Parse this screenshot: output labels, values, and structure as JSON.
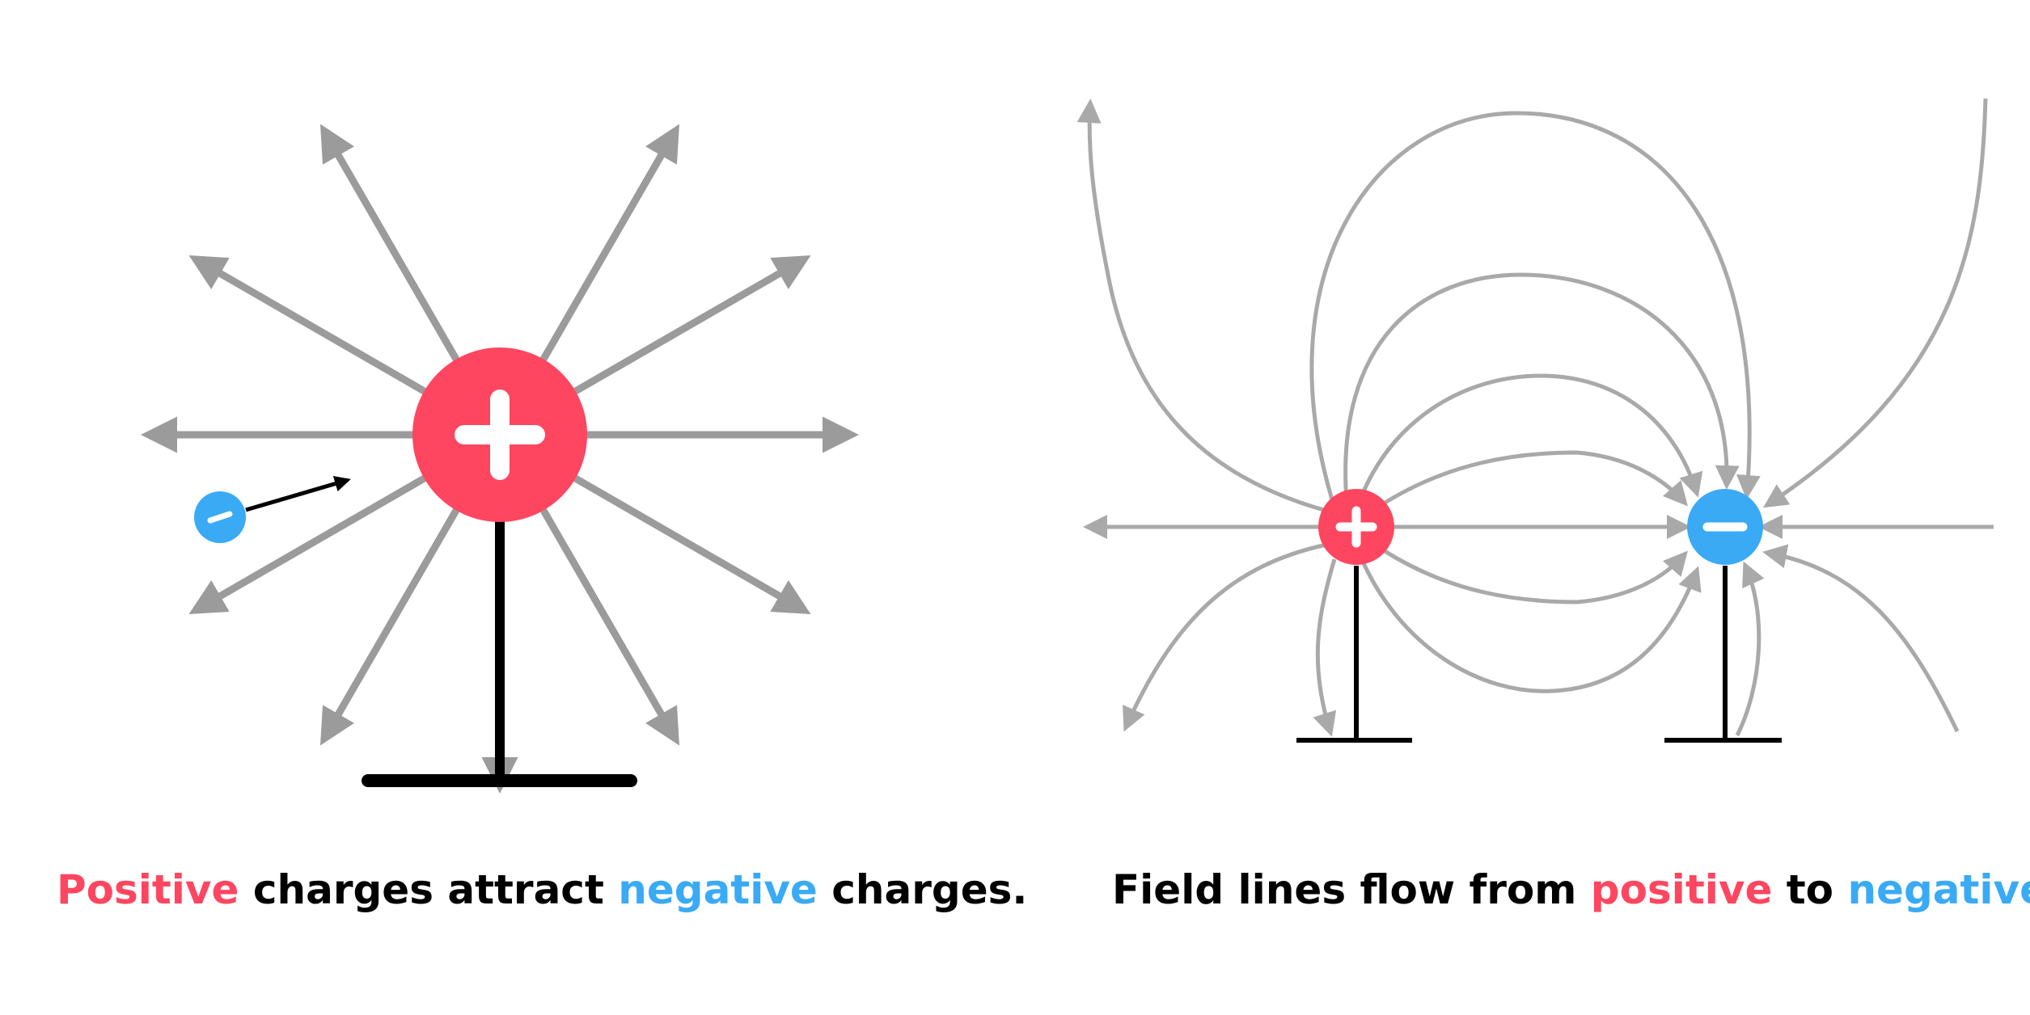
{
  "colors": {
    "positive": "#ff4660",
    "negative": "#3aaaf5",
    "field_line": "#a9a9a9",
    "radial_arrow": "#9b9b9b",
    "stand": "#000000",
    "text": "#000000",
    "background": "#ffffff"
  },
  "left_panel": {
    "caption": {
      "part1": "Positive",
      "part2": " charges attract ",
      "part3": "negative",
      "part4": " charges."
    },
    "positive_charge_symbol": "+",
    "negative_charge_symbol": "−"
  },
  "right_panel": {
    "caption": {
      "part1": "Field lines flow from ",
      "part2": "positive",
      "part3": " to ",
      "part4": "negative",
      "part5": "."
    },
    "positive_charge_symbol": "+",
    "negative_charge_symbol": "−"
  },
  "icons": {
    "positive_charge": "plus-icon",
    "negative_charge": "minus-icon"
  }
}
